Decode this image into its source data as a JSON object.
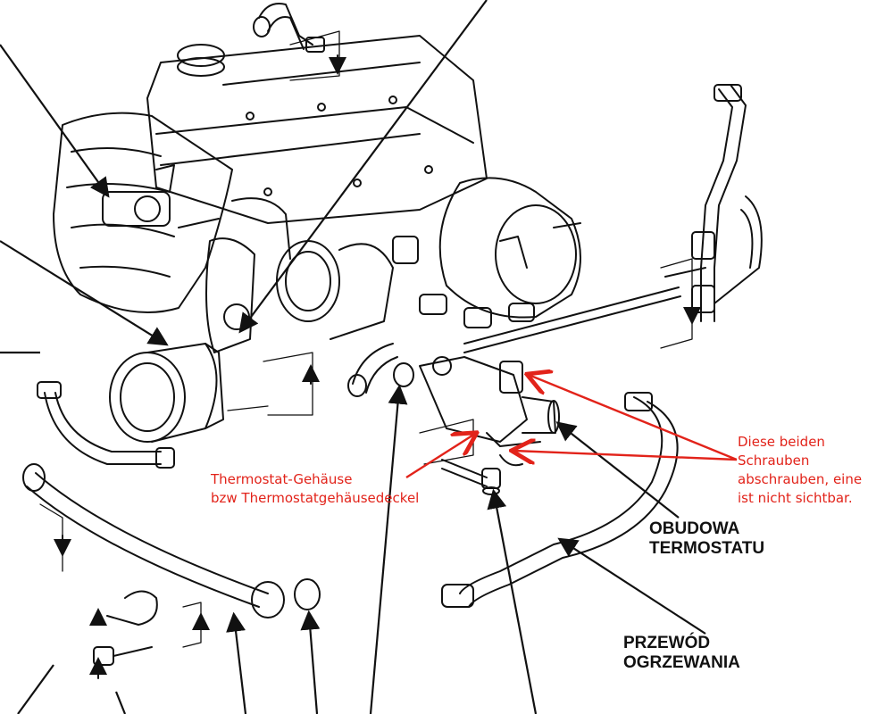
{
  "labels": {
    "red_right": {
      "lines": [
        "Diese beiden",
        "Schrauben",
        "abschrauben, eine",
        "ist nicht sichtbar."
      ]
    },
    "red_left": {
      "lines": [
        "Thermostat-Gehäuse",
        "bzw Thermostatgehäusedeckel"
      ]
    },
    "obudowa": {
      "lines": [
        "OBUDOWA",
        "TERMOSTATU"
      ]
    },
    "przewod": {
      "lines": [
        "PRZEWÓD",
        "OGRZEWANIA"
      ]
    }
  },
  "colors": {
    "annotation": "#e2231a",
    "drawing": "#111111",
    "background": "#ffffff"
  }
}
